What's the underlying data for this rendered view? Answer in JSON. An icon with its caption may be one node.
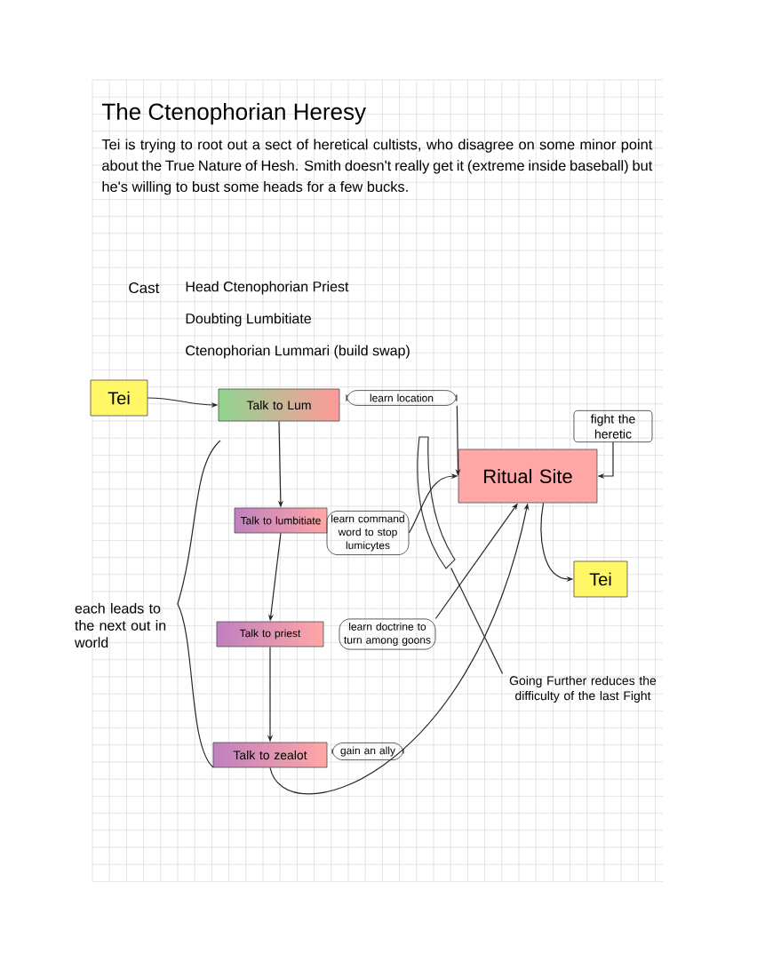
{
  "diagram": {
    "title": "The Ctenophorian Heresy",
    "nodes": [
      {
        "text": [
          "Tei"
        ]
      },
      {
        "text": [
          "Talk to Lum"
        ]
      },
      {
        "text": [
          "learn location"
        ]
      },
      {
        "text": [
          "Ritual Site"
        ]
      },
      {
        "text": [
          "fight the heretic"
        ]
      },
      {
        "text": [
          "Tei"
        ]
      },
      {
        "text": [
          "Talk to lumbitiate"
        ]
      },
      {
        "text": [
          "learn command word to stop lumicytes"
        ]
      },
      {
        "text": [
          "Talk to priest"
        ]
      },
      {
        "text": [
          "learn doctrine to turn among goons"
        ]
      },
      {
        "text": [
          "Talk to zealot"
        ]
      },
      {
        "text": [
          "gain an ally"
        ]
      },
      {
        "text": [
          "Going Further reduces the difficulty of the last Fight"
        ]
      },
      {
        "text": [],
        "shape": "band"
      }
    ],
    "edges": [
      {
        "from": 0,
        "to": 1,
        "arrow": "to"
      },
      {
        "from": 1,
        "to": 6,
        "arrow": "to"
      },
      {
        "from": 6,
        "to": 8,
        "arrow": "to"
      },
      {
        "from": 8,
        "to": 10,
        "arrow": "to"
      },
      {
        "from": 2,
        "to": 3,
        "arrow": "to"
      },
      {
        "from": 7,
        "to": 3,
        "arrow": "to"
      },
      {
        "from": 9,
        "to": 3,
        "arrow": "to"
      },
      {
        "from": 10,
        "to": 3,
        "arrow": "to"
      },
      {
        "from": 3,
        "to": 5,
        "arrow": "to"
      },
      {
        "from": 4,
        "to": 3,
        "arrow": "to"
      },
      {
        "from": 12,
        "to": 13,
        "arrow": "none"
      }
    ],
    "labels": [
      "Tei is trying to root out a sect of heretical cultists, who disagree on some minor point about the True Nature of Hesh. Smith doesn't really get it (extreme inside baseball) but he's willing to bust some heads for a few bucks.",
      "Cast",
      "Head Ctenophorian Priest",
      "Doubting Lumbitiate",
      "Ctenophorian Lummari (build swap)",
      "each leads to the next out in world"
    ]
  }
}
